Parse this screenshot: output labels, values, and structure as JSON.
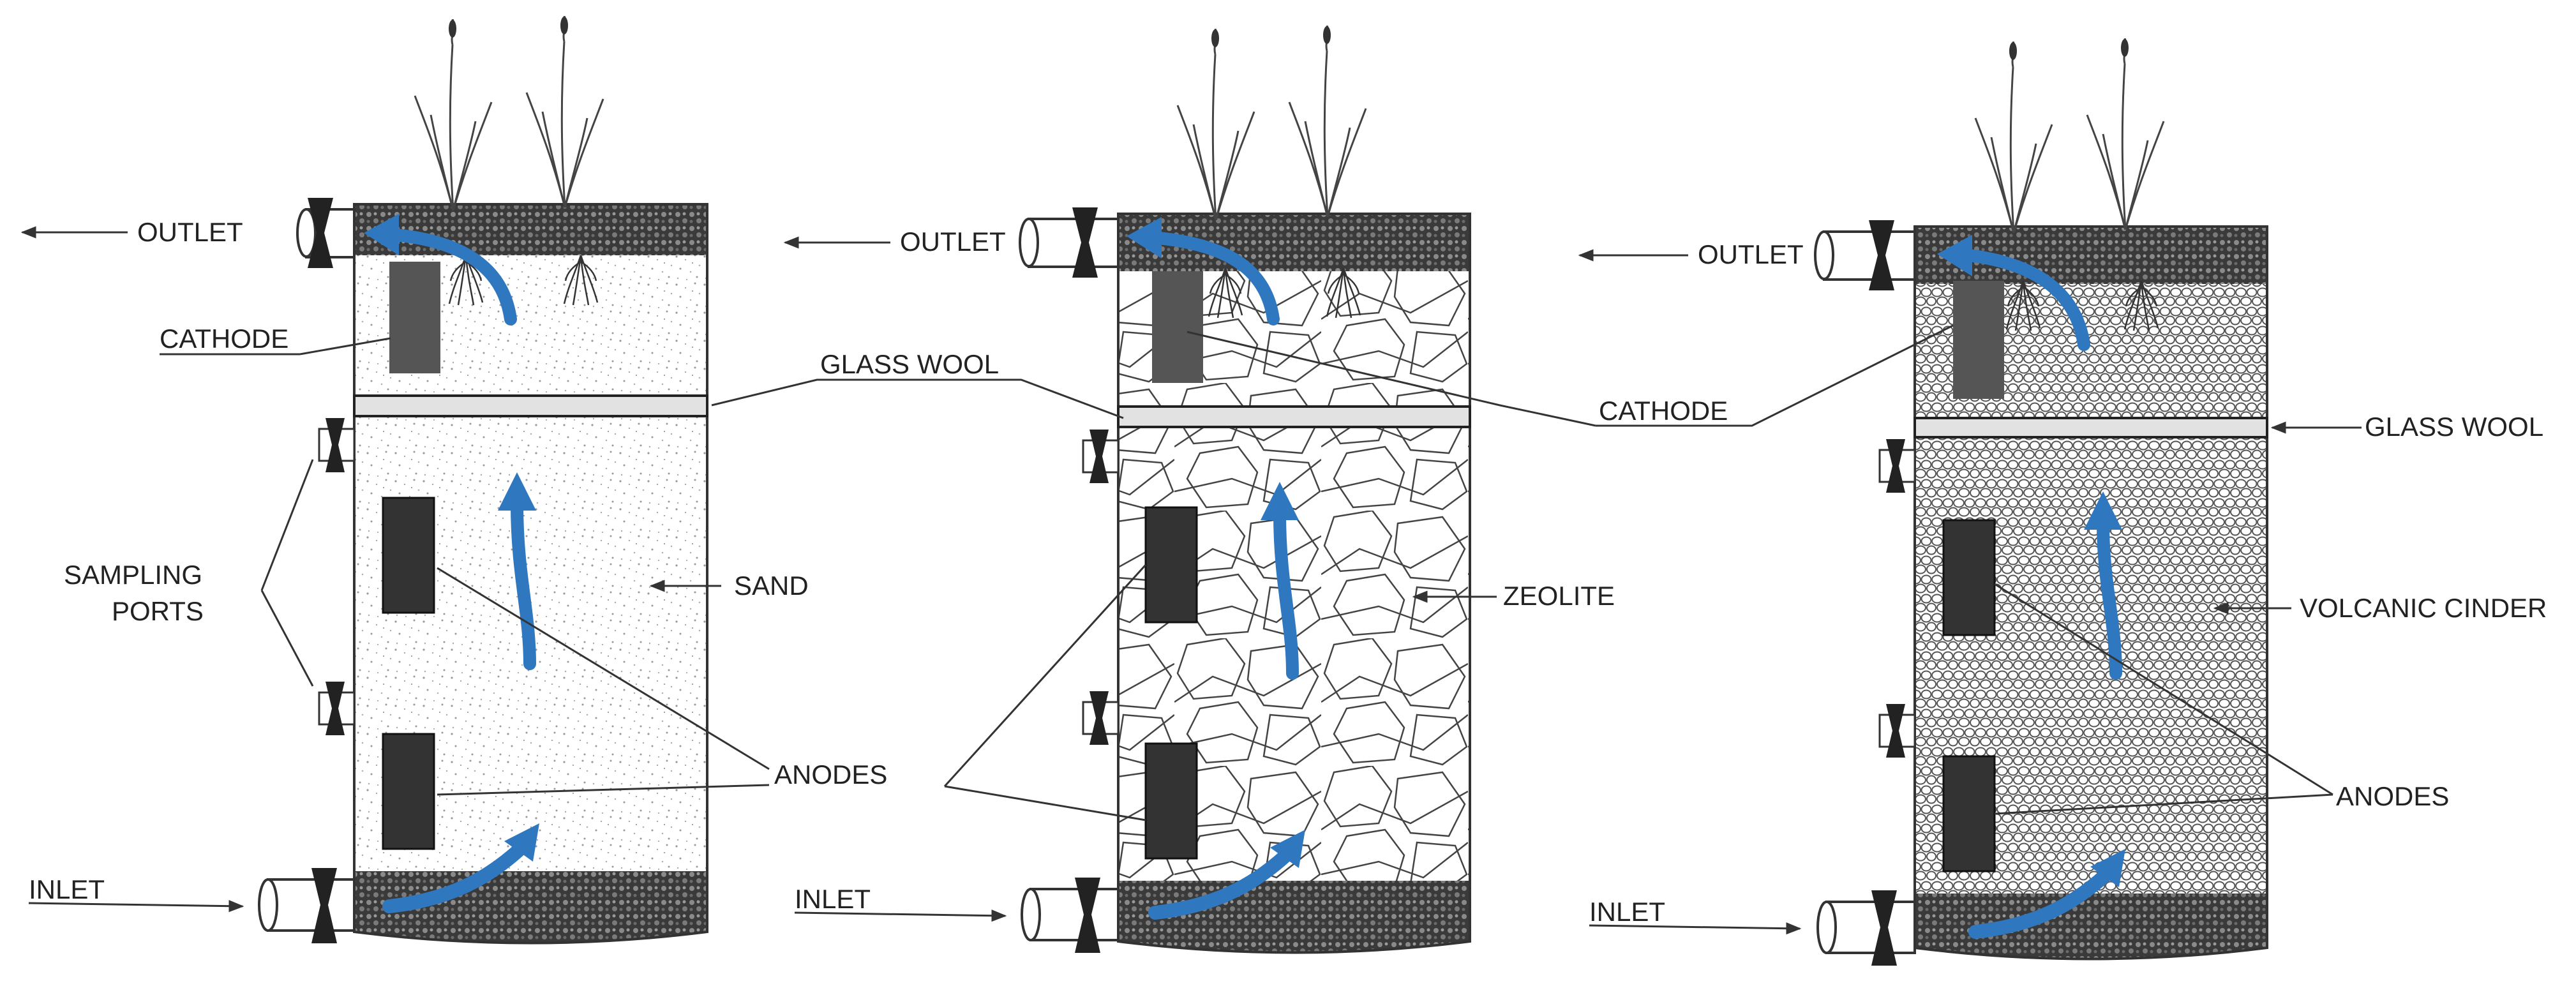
{
  "labels": {
    "outlet": "OUTLET",
    "inlet": "INLET",
    "cathode": "CATHODE",
    "glass_wool": "GLASS WOOL",
    "sampling_ports_line1": "SAMPLING",
    "sampling_ports_line2": "PORTS",
    "anodes": "ANODES",
    "sand": "SAND",
    "zeolite": "ZEOLITE",
    "volcanic_cinder": "VOLCANIC CINDER"
  },
  "colors": {
    "flow_arrow": "#2f78bf",
    "electrode_anode": "#333333",
    "electrode_cathode": "#555555",
    "gravel": "#3a3a3a",
    "glass_wool": "#e2e2e2",
    "line": "#333333"
  },
  "icons": [
    "plant-icon",
    "flow-arrow-icon",
    "valve-icon",
    "pipe-icon"
  ]
}
